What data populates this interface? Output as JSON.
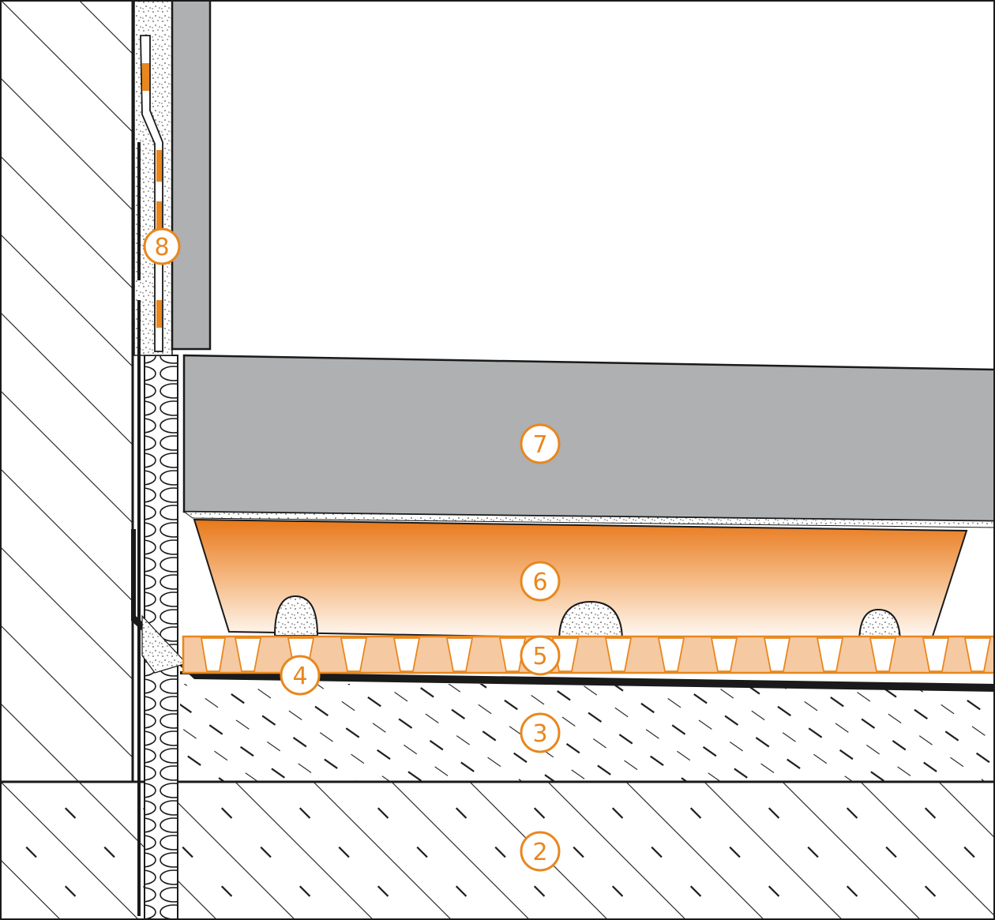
{
  "colors": {
    "accent_orange": "#e8871e",
    "tile_gray": "#aeb0b2",
    "outline": "#1a1a1a",
    "background": "#ffffff"
  },
  "callouts": {
    "c2": "2",
    "c3": "3",
    "c4": "4",
    "c5": "5",
    "c6": "6",
    "c7": "7",
    "c8": "8"
  }
}
